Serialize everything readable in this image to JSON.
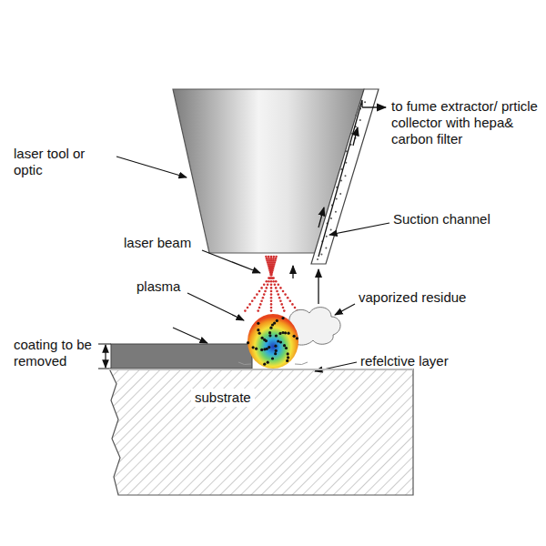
{
  "diagram": {
    "nodes": [
      {
        "text": [
          "substrate"
        ]
      }
    ],
    "labels": [
      "laser tool or optic",
      "to fume extractor/ prticle collector with hepa& carbon filter",
      "Suction channel",
      "laser beam",
      "plasma",
      "vaporized residue",
      "coating to be removed",
      "refelctive layer"
    ]
  }
}
